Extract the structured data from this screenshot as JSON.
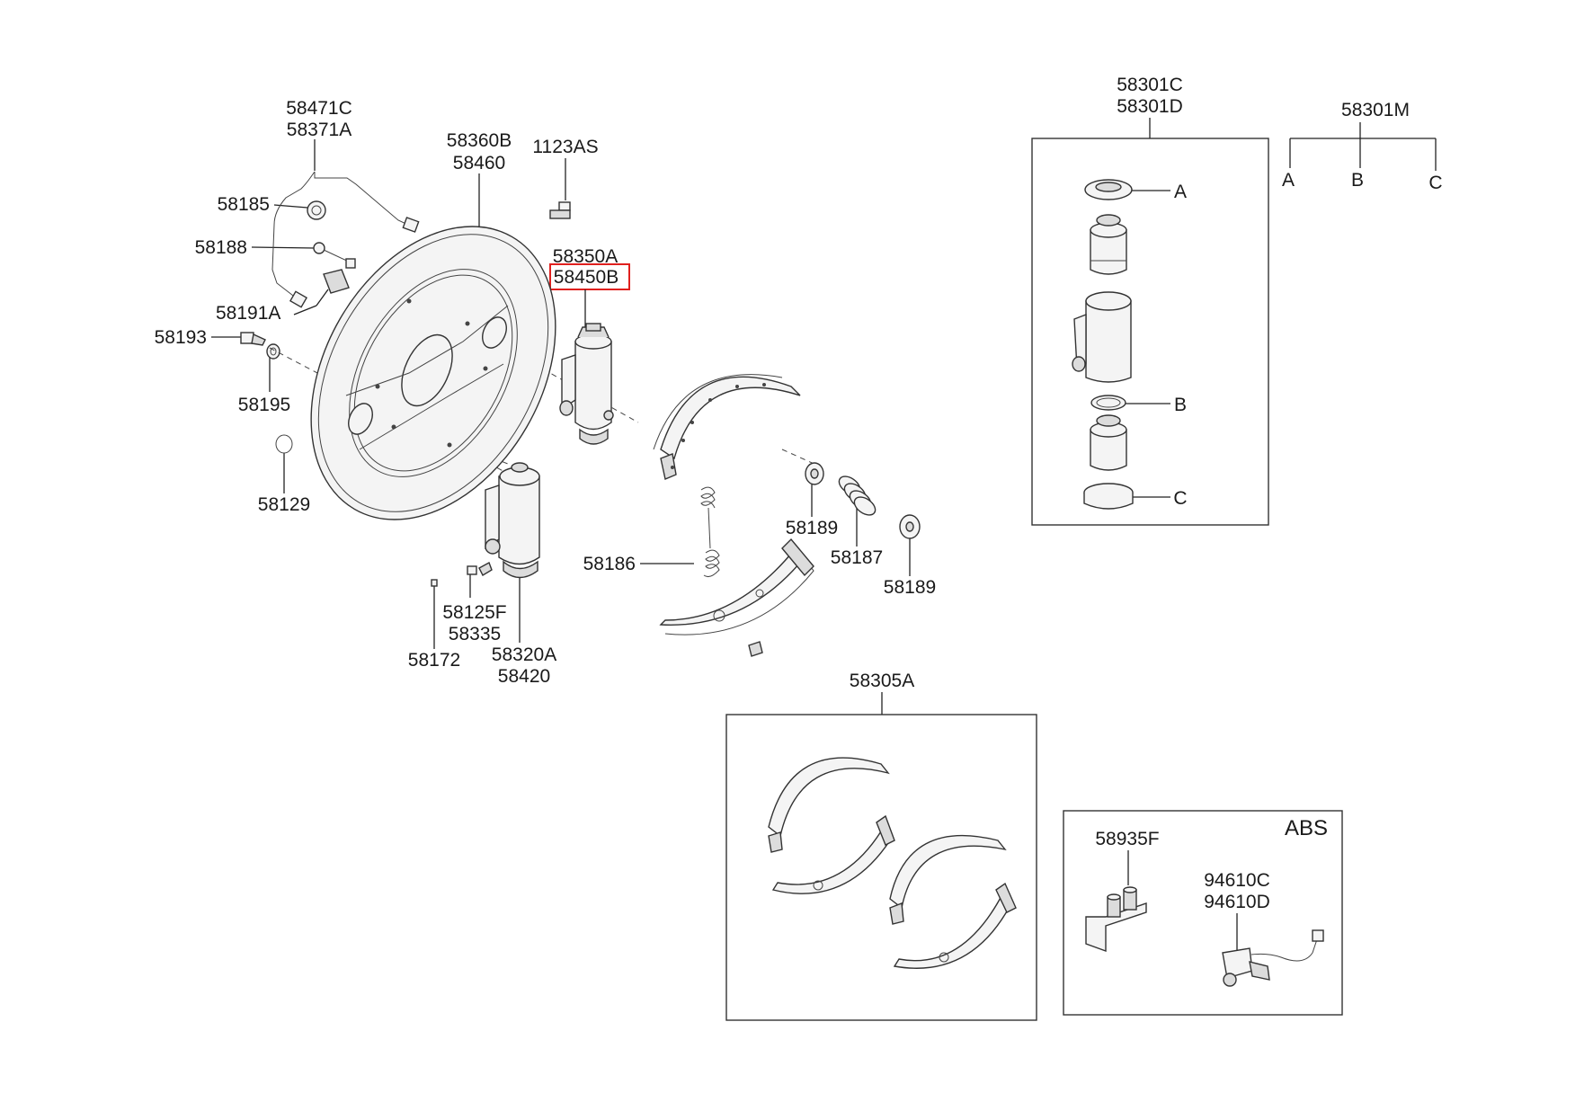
{
  "labels": {
    "p58471C": "58471C",
    "p58371A": "58371A",
    "p58185": "58185",
    "p58188": "58188",
    "p58191A": "58191A",
    "p58193": "58193",
    "p58195": "58195",
    "p58129": "58129",
    "p58360B": "58360B",
    "p58460": "58460",
    "p1123AS": "1123AS",
    "p58350A": "58350A",
    "p58450B": "58450B",
    "p58125F": "58125F",
    "p58335": "58335",
    "p58172": "58172",
    "p58320A": "58320A",
    "p58420": "58420",
    "p58186": "58186",
    "p58189a": "58189",
    "p58187": "58187",
    "p58189b": "58189",
    "p58301C": "58301C",
    "p58301D": "58301D",
    "p58301M": "58301M",
    "kitA": "A",
    "kitB": "B",
    "kitC": "C",
    "mA": "A",
    "mB": "B",
    "mC": "C",
    "p58305A": "58305A",
    "abs": "ABS",
    "p58935F": "58935F",
    "p94610C": "94610C",
    "p94610D": "94610D"
  },
  "highlighted_part": "58450B",
  "highlight_color": "#e0201e"
}
